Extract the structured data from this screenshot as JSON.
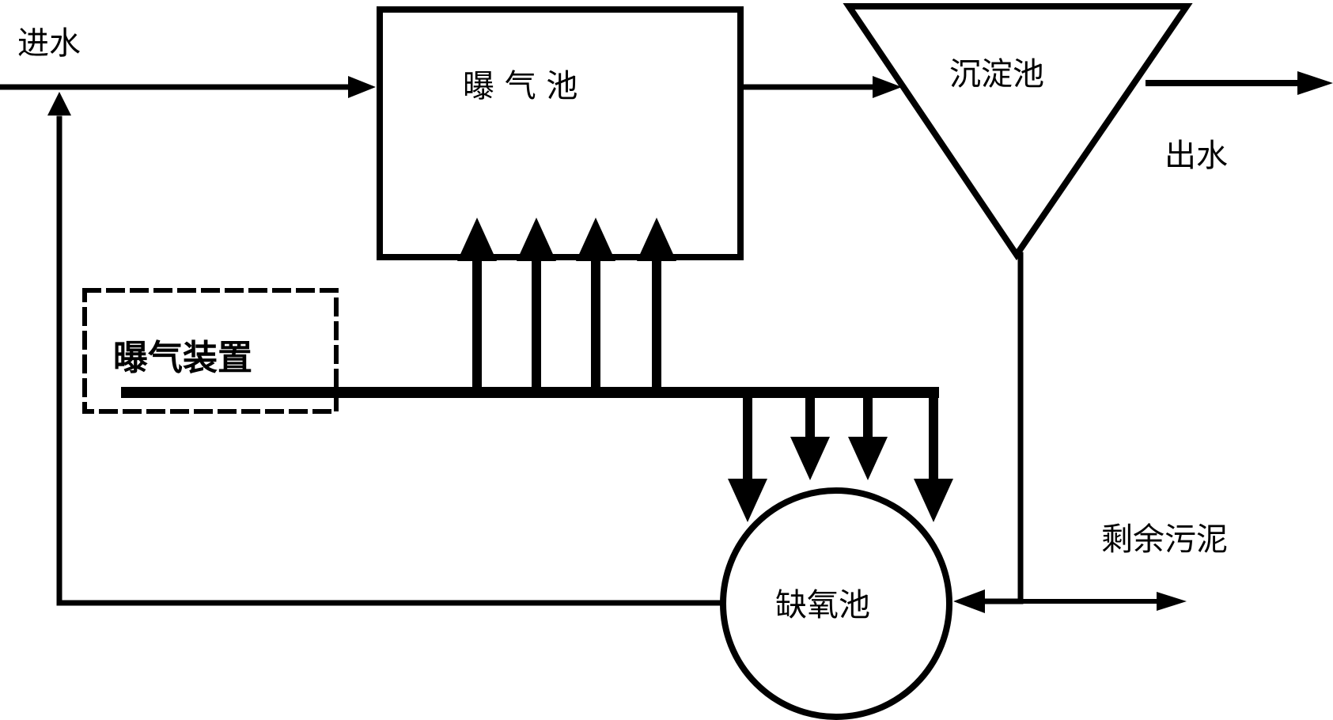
{
  "colors": {
    "stroke": "#000000",
    "background": "#ffffff"
  },
  "labels": {
    "influent": "进水",
    "aeration_tank": "曝 气 池",
    "sedimentation_tank": "沉淀池",
    "effluent": "出水",
    "aeration_device": "曝气装置",
    "excess_sludge": "剩余污泥",
    "anoxic_tank": "缺氧池"
  }
}
